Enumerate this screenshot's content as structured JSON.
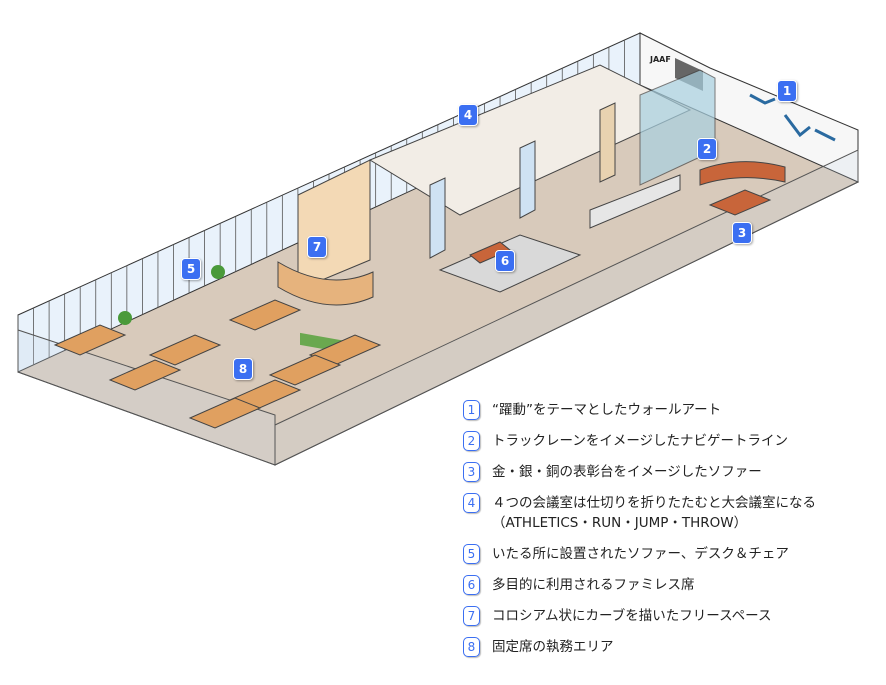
{
  "plan": {
    "sign_text": "JAAF",
    "badges": [
      "1",
      "2",
      "3",
      "4",
      "5",
      "6",
      "7",
      "8"
    ],
    "colors": {
      "badge": "#3b6ff2",
      "floor": "#d9cbbd",
      "glass": "#cfe2f3",
      "wood": "#e0a060",
      "sofa": "#c8653a"
    }
  },
  "legend": {
    "items": [
      {
        "num": "1",
        "text": "“躍動”をテーマとしたウォールアート"
      },
      {
        "num": "2",
        "text": "トラックレーンをイメージしたナビゲートライン"
      },
      {
        "num": "3",
        "text": "金・銀・銅の表彰台をイメージしたソファー"
      },
      {
        "num": "4",
        "text": "４つの会議室は仕切りを折りたたむと大会議室になる",
        "text2": "（ATHLETICS・RUN・JUMP・THROW）"
      },
      {
        "num": "5",
        "text": "いたる所に設置されたソファー、デスク＆チェア"
      },
      {
        "num": "6",
        "text": "多目的に利用されるファミレス席"
      },
      {
        "num": "7",
        "text": "コロシアム状にカーブを描いたフリースペース"
      },
      {
        "num": "8",
        "text": "固定席の執務エリア"
      }
    ]
  }
}
